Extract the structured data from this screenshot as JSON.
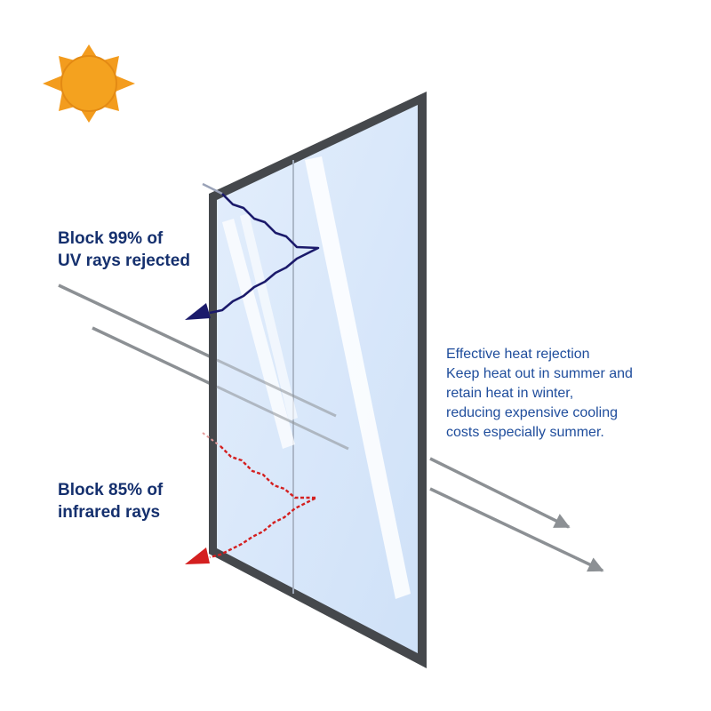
{
  "uv_label": {
    "line1": "Block 99% of",
    "line2": "UV rays rejected"
  },
  "ir_label": {
    "line1": "Block 85% of",
    "line2": "infrared rays"
  },
  "heat_text": {
    "line1": "Effective heat rejection",
    "line2": "Keep heat out in summer and",
    "line3": "retain heat in winter,",
    "line4": "reducing expensive cooling",
    "line5": "costs especially summer."
  },
  "colors": {
    "sun": "#f39c1e",
    "frame": "#45484c",
    "glass": "#d6e6fb",
    "uv_ray": "#1b1a6b",
    "ir_ray": "#d42020",
    "light_ray": "#8c9094",
    "label_dark": "#15306e",
    "label_blue": "#1f4d9c"
  }
}
